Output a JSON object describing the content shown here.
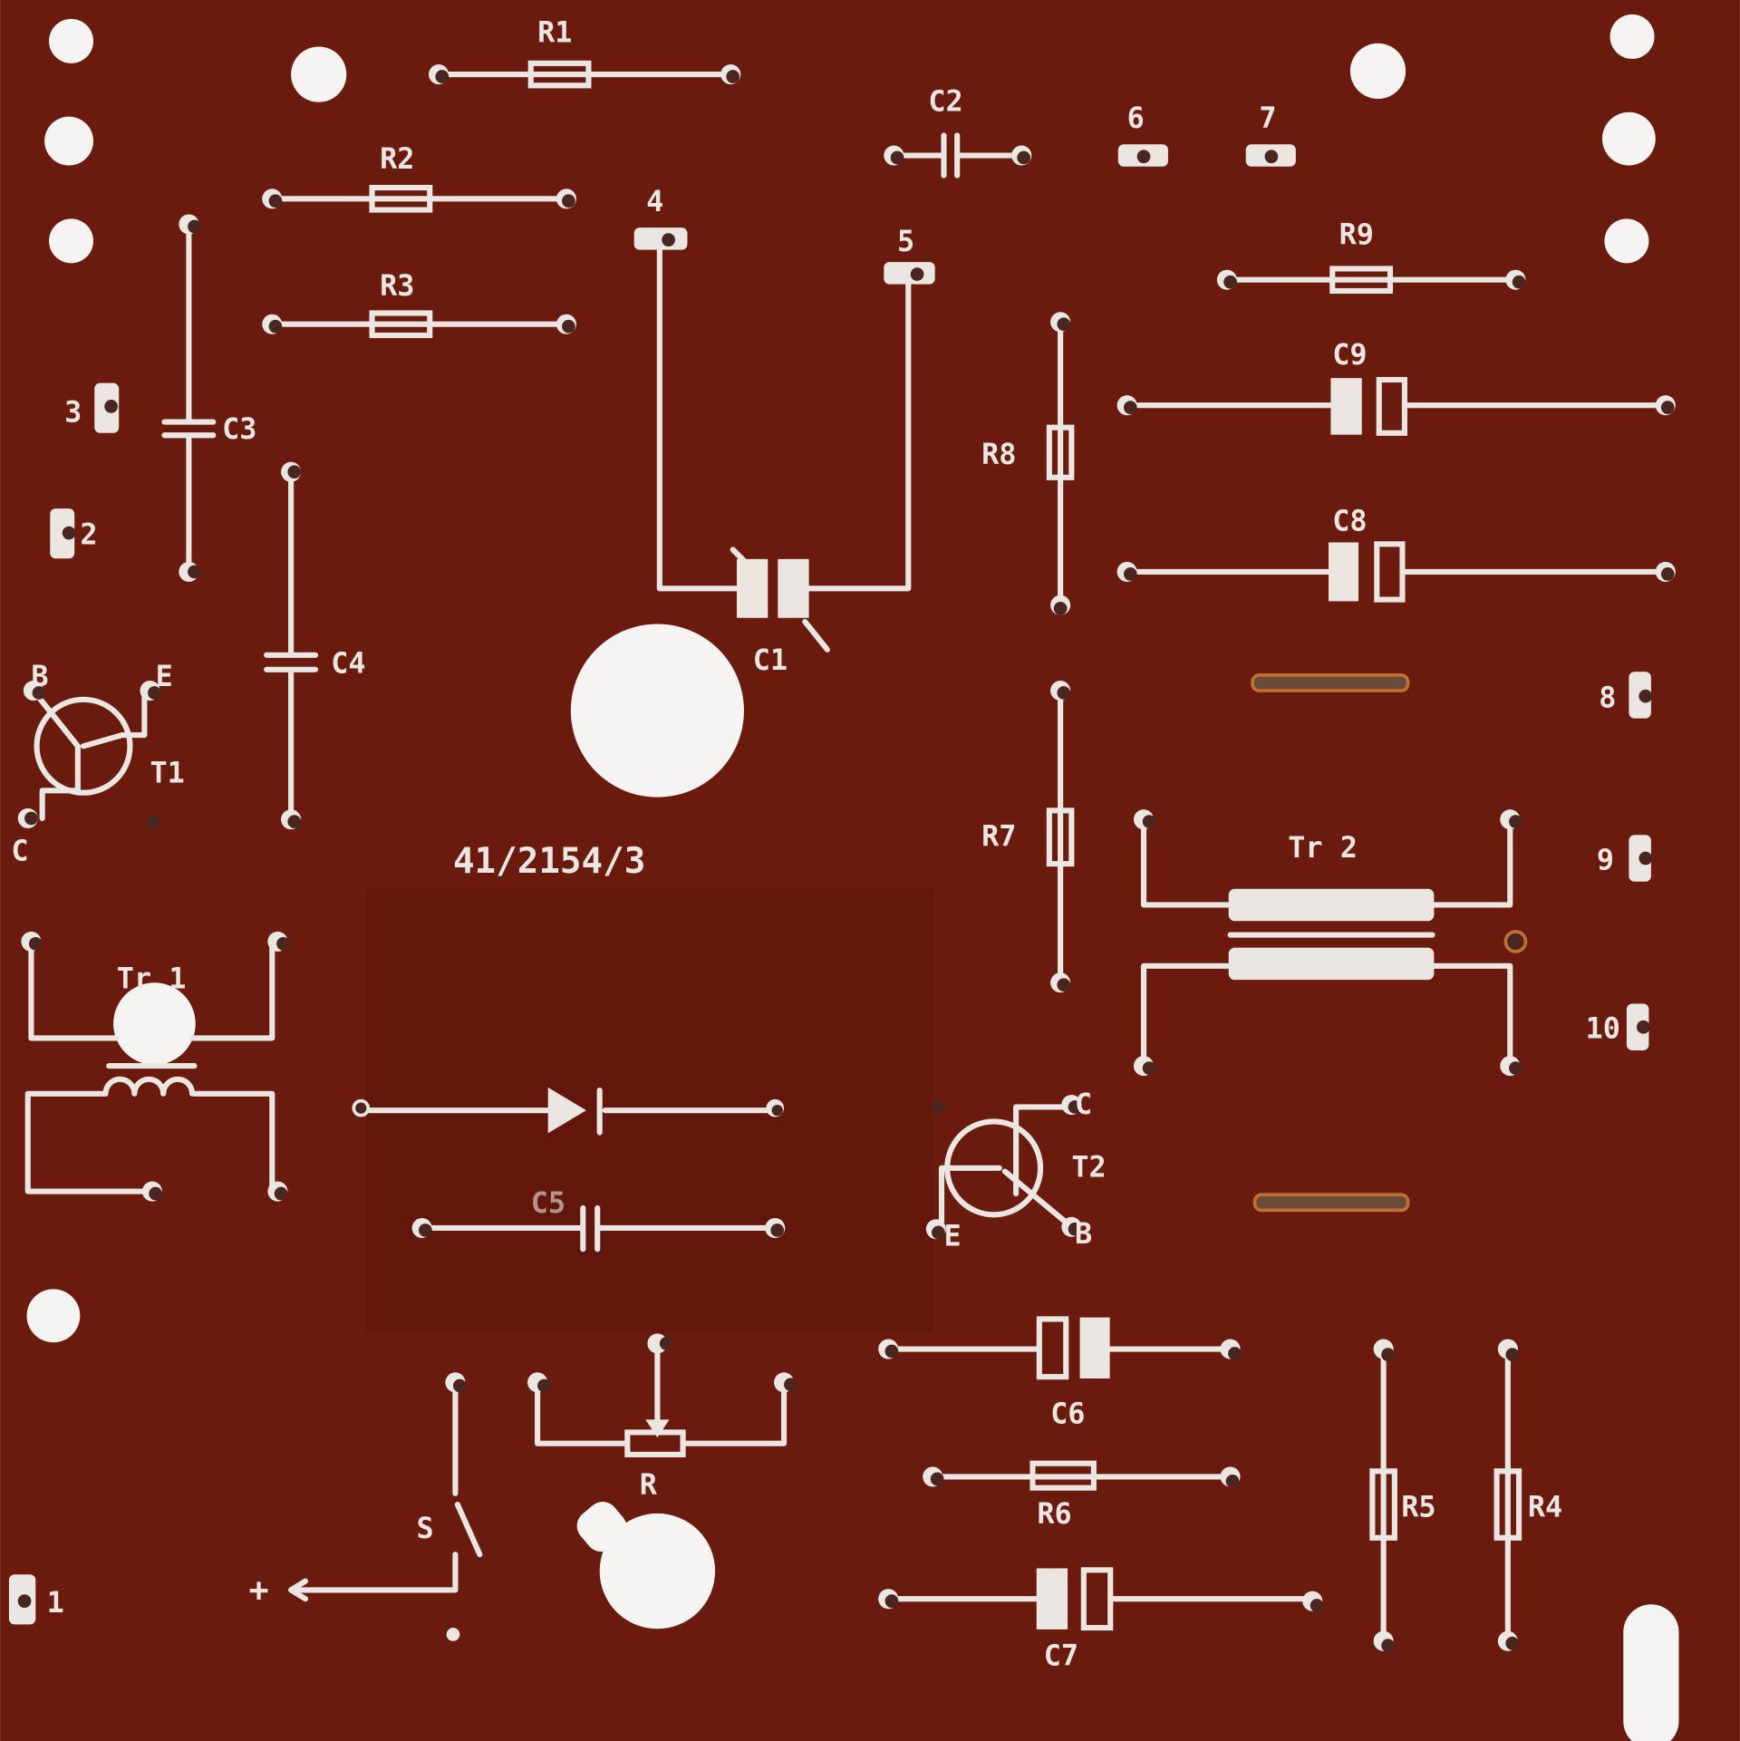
{
  "board": {
    "part_number": "41/2154/3",
    "colors": {
      "substrate": "#6b1a0e",
      "silkscreen": "#ece6e2",
      "hole": "#f6f4f2"
    }
  },
  "labels": {
    "r1": "R1",
    "r2": "R2",
    "r3": "R3",
    "r4": "R4",
    "r5": "R5",
    "r6": "R6",
    "r7": "R7",
    "r8": "R8",
    "r9": "R9",
    "c1": "C1",
    "c2": "C2",
    "c3": "C3",
    "c4": "C4",
    "c5": "C5",
    "c6": "C6",
    "c7": "C7",
    "c8": "C8",
    "c9": "C9",
    "t1": "T1",
    "t2": "T2",
    "tr1": "Tr 1",
    "tr2": "Tr 2",
    "pot": "R",
    "switch": "S",
    "plus": "+",
    "t1_b": "B",
    "t1_e": "E",
    "t1_c": "C",
    "t2_c": "C",
    "t2_e": "E",
    "t2_b": "B",
    "term1": "1",
    "term2": "2",
    "term3": "3",
    "term4": "4",
    "term5": "5",
    "term6": "6",
    "term7": "7",
    "term8": "8",
    "term9": "9",
    "term10": "10"
  }
}
